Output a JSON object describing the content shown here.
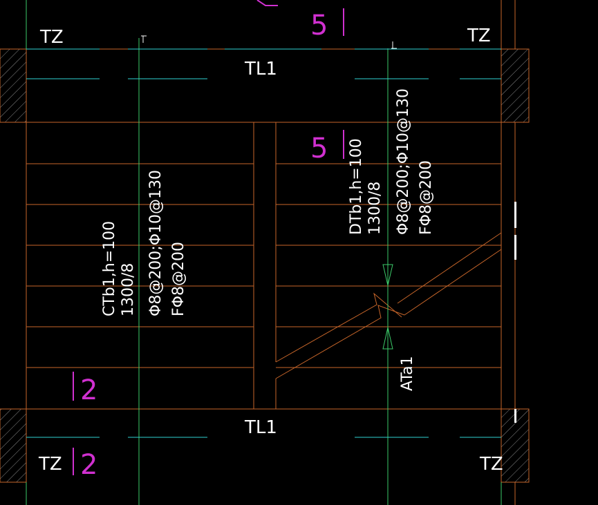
{
  "colors": {
    "background": "#000000",
    "structure": "#c8662a",
    "axis": "#3ccc6a",
    "dimension": "#2fd4d4",
    "label": "#ffffff",
    "section_mark": "#d030d0",
    "hatch": "#9a9a9a"
  },
  "labels": {
    "tz_top_left": "TZ",
    "tz_top_right": "TZ",
    "tz_bottom_left": "TZ",
    "tz_bottom_right": "TZ",
    "tl1_top": "TL1",
    "tl1_bottom": "TL1",
    "ctb1_line1": "CTb1,h=100",
    "ctb1_line2": "1300/8",
    "ctb1_line3": "Φ8@200;Φ10@130",
    "ctb1_line4": "FΦ8@200",
    "dtb1_line1": "DTb1,h=100",
    "dtb1_line2": "1300/8",
    "dtb1_line3": "Φ8@200;Φ10@130",
    "dtb1_line4": "FΦ8@200",
    "ata1": "ATa1"
  },
  "section_marks": {
    "top_5_label": "5",
    "mid_5_label": "5",
    "left_2_label": "2",
    "bottom_2_label": "2"
  },
  "icons": {
    "break_symbol": "zigzag-break-icon",
    "arrow_down": "arrow-down-icon",
    "arrow_up": "arrow-up-icon"
  }
}
